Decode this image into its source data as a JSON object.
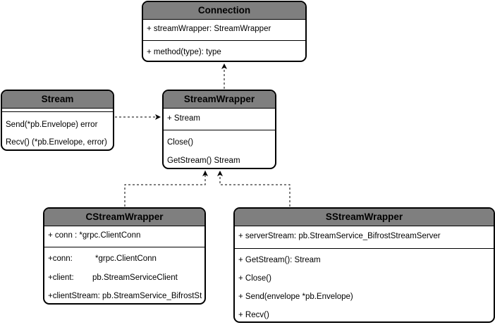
{
  "classes": {
    "connection": {
      "name": "Connection",
      "attributes": [
        "+ streamWrapper: StreamWrapper"
      ],
      "methods": [
        "+ method(type): type"
      ]
    },
    "stream": {
      "name": "Stream",
      "attributes": [],
      "methods": [
        "Send(*pb.Envelope) error",
        "Recv() (*pb.Envelope, error)"
      ]
    },
    "streamwrapper": {
      "name": "StreamWrapper",
      "attributes": [
        "+ Stream"
      ],
      "methods": [
        "Close()",
        "GetStream() Stream"
      ]
    },
    "cstreamwrapper": {
      "name": "CStreamWrapper",
      "attributes": [
        "+ conn : *grpc.ClientConn"
      ],
      "methods": [
        {
          "name": "+conn:",
          "type": "*grpc.ClientConn"
        },
        {
          "name": "+client:",
          "type": "pb.StreamServiceClient"
        },
        {
          "name": "+clientStream:",
          "type": "pb.StreamService_BifrostStreamClient"
        }
      ]
    },
    "sstreamwrapper": {
      "name": "SStreamWrapper",
      "attributes": [
        "+ serverStream: pb.StreamService_BifrostStreamServer"
      ],
      "methods": [
        "+ GetStream(): Stream",
        "+ Close()",
        "+ Send(envelope *pb.Envelope)",
        "+ Recv()"
      ]
    }
  },
  "relations": [
    {
      "from": "StreamWrapper",
      "to": "Connection",
      "style": "dashed-arrow"
    },
    {
      "from": "Stream",
      "to": "StreamWrapper",
      "style": "dashed-arrow"
    },
    {
      "from": "CStreamWrapper",
      "to": "StreamWrapper",
      "style": "dashed-arrow"
    },
    {
      "from": "SStreamWrapper",
      "to": "StreamWrapper",
      "style": "dashed-arrow"
    }
  ]
}
